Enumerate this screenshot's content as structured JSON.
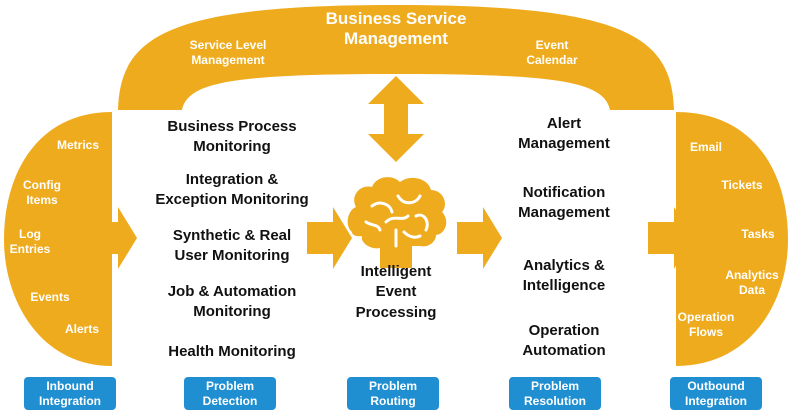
{
  "colors": {
    "accent": "#efab1e",
    "label_bg": "#1f8fd2",
    "text_dark": "#111111",
    "text_light": "#ffffff"
  },
  "top_arch": {
    "title": "Business Service\nManagement",
    "left_item": "Service Level\nManagement",
    "right_item": "Event\nCalendar"
  },
  "inbound": {
    "items": [
      "Metrics",
      "Config\nItems",
      "Log\nEntries",
      "Events",
      "Alerts"
    ]
  },
  "outbound": {
    "items": [
      "Email",
      "Tickets",
      "Tasks",
      "Analytics\nData",
      "Operation\nFlows"
    ]
  },
  "detection": {
    "items": [
      "Business Process\nMonitoring",
      "Integration &\nException Monitoring",
      "Synthetic & Real\nUser Monitoring",
      "Job & Automation\nMonitoring",
      "Health Monitoring"
    ]
  },
  "routing": {
    "icon": "brain-icon",
    "label": "Intelligent\nEvent\nProcessing"
  },
  "resolution": {
    "items": [
      "Alert\nManagement",
      "Notification\nManagement",
      "Analytics &\nIntelligence",
      "Operation\nAutomation"
    ]
  },
  "stages": [
    "Inbound\nIntegration",
    "Problem\nDetection",
    "Problem\nRouting",
    "Problem\nResolution",
    "Outbound\nIntegration"
  ]
}
